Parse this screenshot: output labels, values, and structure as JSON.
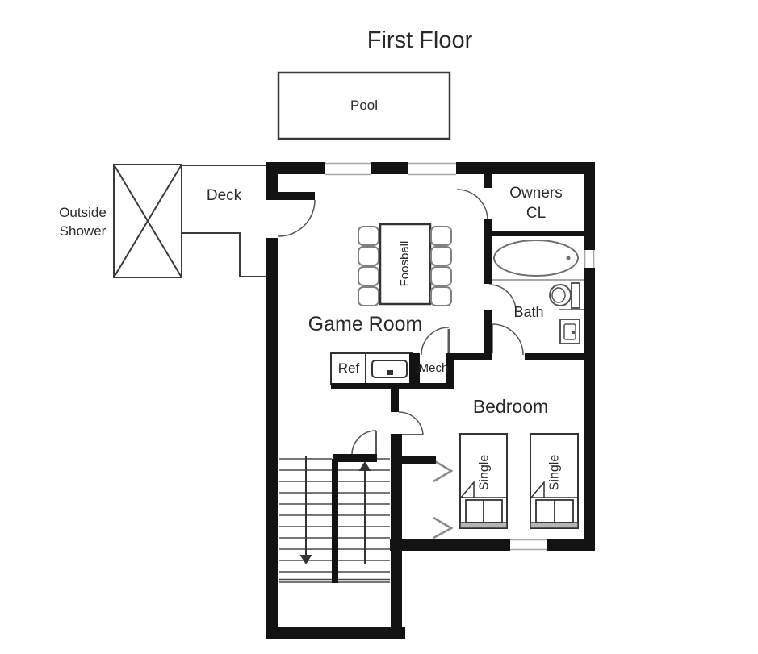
{
  "title": "First Floor",
  "labels": {
    "title": "First Floor",
    "pool": "Pool",
    "outside_shower_1": "Outside",
    "outside_shower_2": "Shower",
    "deck": "Deck",
    "game_room": "Game Room",
    "owners_cl_1": "Owners",
    "owners_cl_2": "CL",
    "bath": "Bath",
    "mech": "Mech",
    "ref": "Ref",
    "bedroom": "Bedroom",
    "foosball": "Foosball",
    "single_left": "Single",
    "single_right": "Single"
  },
  "colors": {
    "wall": "#131313",
    "thin_line": "#4a4a4a",
    "fixture": "#707070",
    "chair": "#808080",
    "window_face": "#a6a6a6",
    "bed_footer_fill": "#b5b5b5",
    "text": "#2a2a2a",
    "background": "#ffffff"
  },
  "rooms": [
    "Deck",
    "Game Room",
    "Owners CL",
    "Bath",
    "Mech",
    "Bedroom"
  ],
  "fixtures": [
    "pool",
    "outside-shower",
    "foosball-table",
    "refrigerator",
    "counter-sink",
    "bathtub",
    "toilet",
    "vanity-sink",
    "single-bed",
    "single-bed",
    "staircase"
  ],
  "stairs": {
    "down_arrow": "down",
    "up_arrow": "up",
    "flights": 2
  }
}
